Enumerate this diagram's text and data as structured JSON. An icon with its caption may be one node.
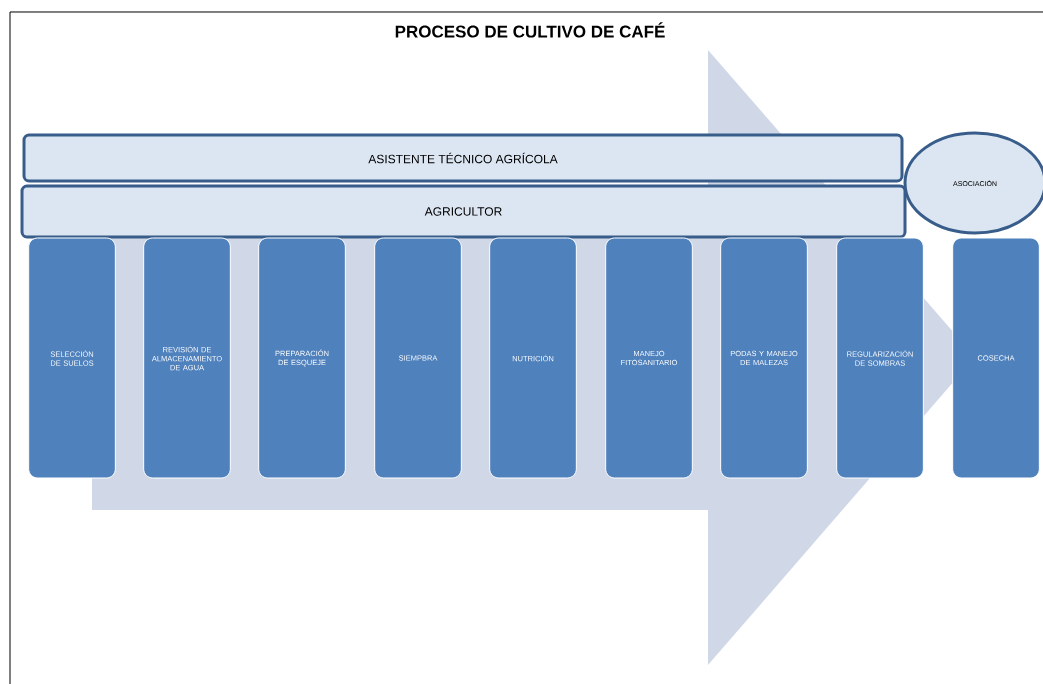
{
  "diagram": {
    "title": "PROCESO DE CULTIVO DE CAFÉ",
    "nodes": [
      {
        "text": [
          "ASISTENTE TÉCNICO AGRÍCOLA"
        ]
      },
      {
        "text": [
          "AGRICULTOR"
        ]
      },
      {
        "text": [
          "ASOCIACIÓN"
        ]
      },
      {
        "text": [
          "SELECCIÓN DE SUELOS"
        ]
      },
      {
        "text": [
          "REVISIÓN DE ALMACENAMIENTO DE AGUA"
        ]
      },
      {
        "text": [
          "PREPARACIÓN DE ESQUEJE"
        ]
      },
      {
        "text": [
          "SIEMPBRA"
        ]
      },
      {
        "text": [
          "NUTRICIÓN"
        ]
      },
      {
        "text": [
          "MANEJO FITOSANITARIO"
        ]
      },
      {
        "text": [
          "PODAS Y MANEJO DE MALEZAS"
        ]
      },
      {
        "text": [
          "REGULARIZACIÓN DE SOMBRAS"
        ]
      },
      {
        "text": [
          "COSECHA"
        ]
      }
    ],
    "edges": [
      {
        "from": 3,
        "to": 11,
        "arrow": "to"
      }
    ]
  }
}
